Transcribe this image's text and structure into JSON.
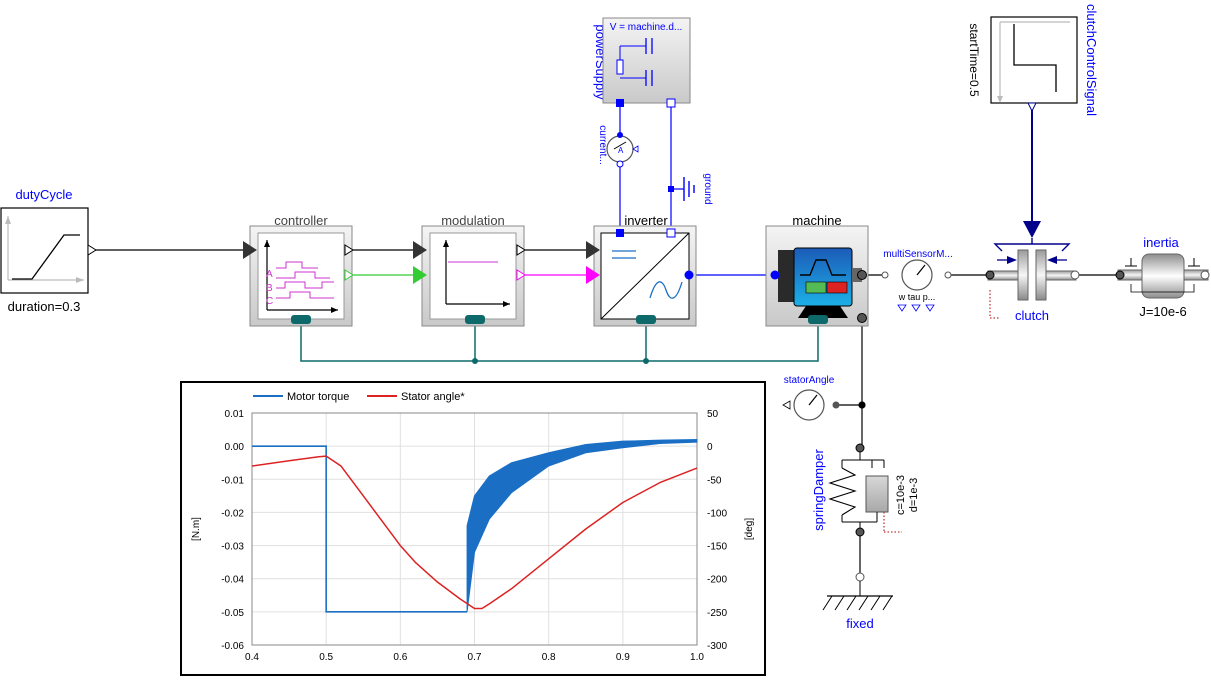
{
  "components": {
    "dutyCycle": {
      "name": "dutyCycle",
      "param": "duration=0.3"
    },
    "controller": {
      "name": "controller",
      "pins": [
        "A",
        "B",
        "C"
      ]
    },
    "modulation": {
      "name": "modulation"
    },
    "inverter": {
      "name": "inverter"
    },
    "machine": {
      "name": "machine"
    },
    "powerSupply": {
      "name": "powerSupply",
      "param": "V = machine.d..."
    },
    "currentSensor": {
      "name": "current..."
    },
    "ground": {
      "name": "ground"
    },
    "multiSensor": {
      "name": "multiSensorM...",
      "ports": "w  tau  p..."
    },
    "clutchControlSignal": {
      "name": "clutchControlSignal",
      "param": "startTime=0.5"
    },
    "clutch": {
      "name": "clutch"
    },
    "inertia": {
      "name": "inertia",
      "param": "J=10e-6"
    },
    "statorAngle": {
      "name": "statorAngle"
    },
    "springDamper": {
      "name": "springDamper",
      "param_c": "c=10e-3",
      "param_d": "d=1e-3"
    },
    "fixed": {
      "name": "fixed"
    }
  },
  "colors": {
    "signal": "#000000",
    "modelica_blue": "#0000ff",
    "bus": "#0e6a6a",
    "green": "#33cc33",
    "magenta": "#ff00ff",
    "torque_series": "#1a6fc4",
    "angle_series": "#dd2222"
  },
  "chart_data": {
    "type": "line",
    "legend": [
      "Motor torque",
      "Stator angle*"
    ],
    "legend_position": "top-left",
    "grid": true,
    "xlim": [
      0.4,
      1.0
    ],
    "xticks": [
      "0.4",
      "0.5",
      "0.6",
      "0.7",
      "0.8",
      "0.9",
      "1.0"
    ],
    "y_left": {
      "label": "[N.m]",
      "lim": [
        -0.06,
        0.01
      ],
      "ticks": [
        "0.01",
        "0.00",
        "-0.01",
        "-0.02",
        "-0.03",
        "-0.04",
        "-0.05",
        "-0.06"
      ]
    },
    "y_right": {
      "label": "[deg]",
      "lim": [
        -300,
        50
      ],
      "ticks": [
        "50",
        "0",
        "-50",
        "-100",
        "-150",
        "-200",
        "-250",
        "-300"
      ]
    },
    "series": [
      {
        "name": "Motor torque",
        "axis": "left",
        "x": [
          0.4,
          0.5,
          0.5,
          0.69,
          0.69
        ],
        "y": [
          0.0,
          0.0,
          -0.05,
          -0.05,
          -0.05
        ],
        "band": {
          "x": [
            0.69,
            0.7,
            0.72,
            0.75,
            0.8,
            0.85,
            0.9,
            0.95,
            1.0
          ],
          "upper": [
            -0.024,
            -0.015,
            -0.009,
            -0.005,
            -0.002,
            0.0005,
            0.0015,
            0.0018,
            0.002
          ],
          "lower": [
            -0.05,
            -0.032,
            -0.022,
            -0.014,
            -0.006,
            -0.002,
            -0.0005,
            0.0008,
            0.0012
          ]
        }
      },
      {
        "name": "Stator angle*",
        "axis": "right",
        "x": [
          0.4,
          0.45,
          0.49,
          0.5,
          0.52,
          0.55,
          0.58,
          0.6,
          0.62,
          0.65,
          0.68,
          0.7,
          0.71,
          0.72,
          0.75,
          0.8,
          0.85,
          0.9,
          0.95,
          1.0
        ],
        "y": [
          -30,
          -22,
          -16,
          -15,
          -30,
          -75,
          -120,
          -150,
          -175,
          -205,
          -230,
          -245,
          -245,
          -238,
          -215,
          -170,
          -125,
          -85,
          -55,
          -33
        ]
      }
    ]
  }
}
